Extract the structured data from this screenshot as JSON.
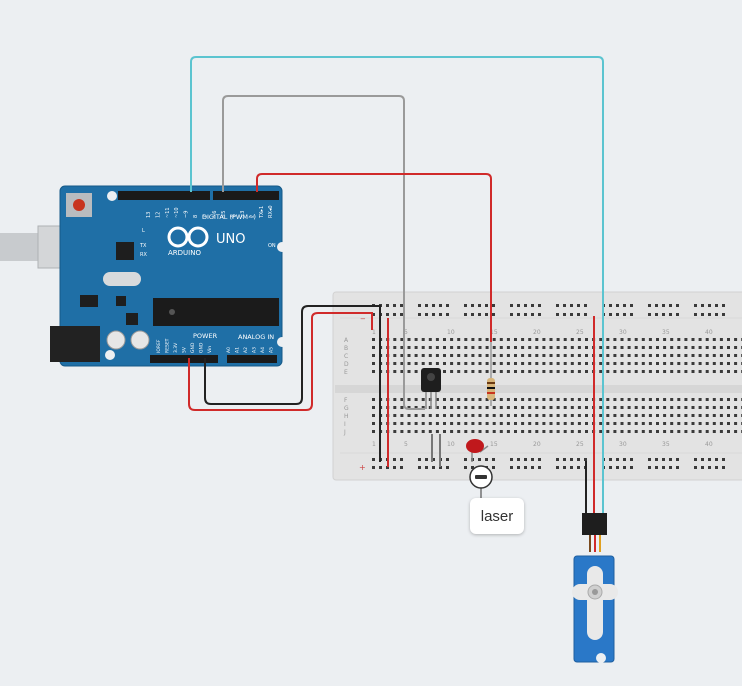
{
  "arduino": {
    "brand": "ARDUINO",
    "model": "UNO",
    "digital_header": "DIGITAL (PWM~)",
    "power_label": "POWER",
    "analog_label": "ANALOG IN",
    "aref_label": "AREF",
    "gnd_label": "GND",
    "l_label": "L",
    "tx_label": "TX",
    "rx_label": "RX",
    "on_label": "ON",
    "digital_pins": [
      "13",
      "12",
      "~11",
      "~10",
      "~9",
      "8",
      "7",
      "~6",
      "~5",
      "4",
      "~3",
      "2",
      "TX▸1",
      "RX◂0"
    ],
    "power_pins": [
      "IOREF",
      "RESET",
      "3.3V",
      "5V",
      "GND",
      "GND",
      "Vin"
    ],
    "analog_pins": [
      "A0",
      "A1",
      "A2",
      "A3",
      "A4",
      "A5"
    ]
  },
  "breadboard": {
    "column_numbers_top": [
      "1",
      "5",
      "10",
      "15",
      "20",
      "25",
      "30",
      "35",
      "40"
    ],
    "column_numbers_bottom": [
      "1",
      "5",
      "10",
      "15",
      "20",
      "25",
      "30",
      "35",
      "40"
    ],
    "row_letters_top": [
      "A",
      "B",
      "C",
      "D",
      "E"
    ],
    "row_letters_bottom": [
      "F",
      "G",
      "H",
      "I",
      "J"
    ],
    "rail_minus": "−",
    "rail_plus": "+"
  },
  "components": {
    "laser_label": "laser",
    "laser_icon": "minus-circle-icon",
    "ir_receiver": "ir-receiver",
    "resistor": "resistor",
    "led_color": "#c0181c",
    "servo_color": "#2a78c8"
  },
  "wire_colors": {
    "signal_servo": "#5bc4d0",
    "signal_ir": "#9a9a9a",
    "signal_led": "#d02a2a",
    "power": "#d02a2a",
    "ground": "#222222"
  }
}
